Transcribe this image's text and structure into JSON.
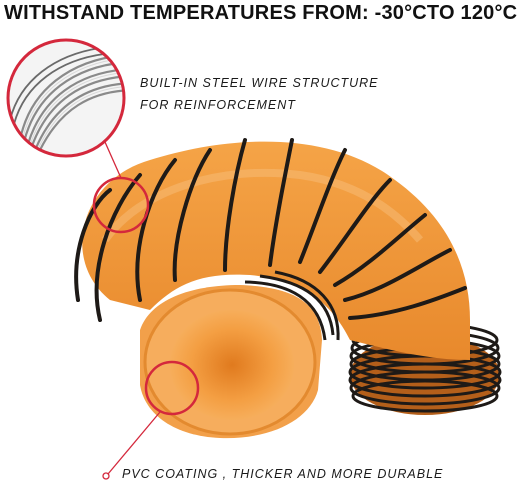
{
  "headline": "WITHSTAND TEMPERATURES FROM: -30°CTO 120°C",
  "callouts": {
    "top_line1": "BUILT-IN STEEL WIRE STRUCTURE",
    "top_line2": "FOR REINFORCEMENT",
    "bottom": "PVC COATING , THICKER AND MORE DURABLE"
  },
  "colors": {
    "duct_orange": "#f29a3a",
    "duct_shadow": "#d97a1e",
    "wire_black": "#1e1a17",
    "callout_red": "#d4283c"
  }
}
